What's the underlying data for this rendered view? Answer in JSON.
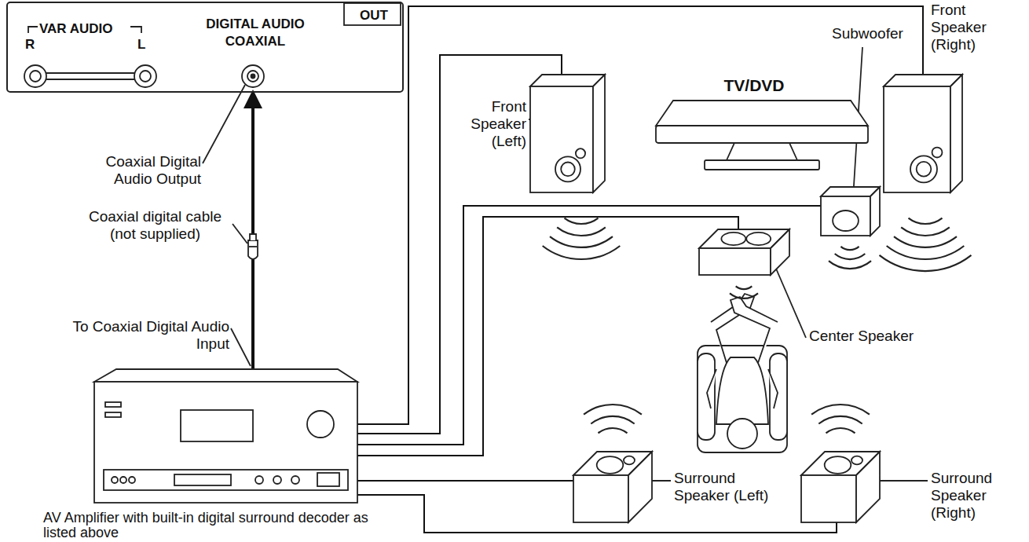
{
  "diagram": {
    "nodes": [
      {
        "text": [
          "VAR AUDIO",
          "R",
          "L",
          "DIGITAL AUDIO COAXIAL",
          "OUT"
        ]
      },
      {
        "text": [
          "Front Speaker (Left)"
        ]
      },
      {
        "text": [
          "TV/DVD"
        ]
      },
      {
        "text": [
          "Subwoofer"
        ]
      },
      {
        "text": [
          "Front Speaker (Right)"
        ]
      },
      {
        "text": [
          "Center Speaker"
        ]
      },
      {
        "text": [
          "Surround Speaker (Left)"
        ]
      },
      {
        "text": [
          "Surround Speaker (Right)"
        ]
      },
      {
        "text": [
          "AV Amplifier with built-in digital surround decoder as listed above"
        ]
      }
    ],
    "edges": [
      {
        "from": 8,
        "to": 0,
        "arrow": "to"
      },
      {
        "from": 8,
        "to": 4,
        "arrow": "none"
      },
      {
        "from": 8,
        "to": 1,
        "arrow": "none"
      },
      {
        "from": 8,
        "to": 3,
        "arrow": "none"
      },
      {
        "from": 8,
        "to": 5,
        "arrow": "none"
      },
      {
        "from": 8,
        "to": 6,
        "arrow": "none"
      },
      {
        "from": 8,
        "to": 7,
        "arrow": "none"
      }
    ],
    "labels": [
      "Coaxial Digital Audio Output",
      "Coaxial digital cable (not supplied)",
      "To Coaxial Digital Audio Input"
    ]
  }
}
